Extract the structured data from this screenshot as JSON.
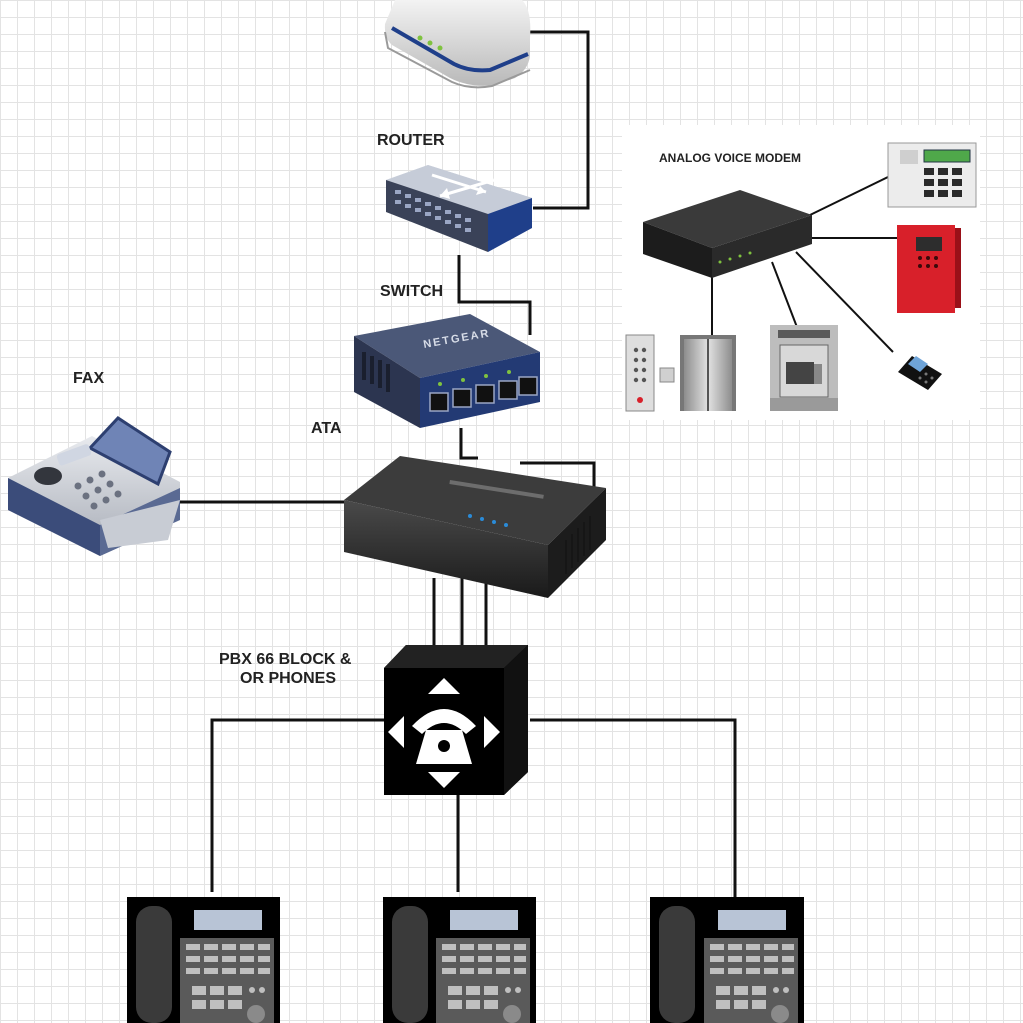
{
  "labels": {
    "router": "ROUTER",
    "switch": "SWITCH",
    "ata": "ATA",
    "fax": "FAX",
    "pbx_line1": "PBX 66 BLOCK &",
    "pbx_line2": "OR PHONES",
    "analog_modem": "ANALOG VOICE MODEM"
  },
  "devices": {
    "switch_brand": "NETGEAR"
  },
  "icons": {
    "modem": "cable-modem-icon",
    "router": "router-icon",
    "switch": "network-switch-icon",
    "ata": "ata-adapter-icon",
    "fax": "fax-machine-icon",
    "pbx": "pbx-block-icon",
    "phones": "desk-phone-icon",
    "alarm_keypad": "alarm-keypad-icon",
    "fire_panel": "fire-alarm-panel-icon",
    "elevator": "elevator-icon",
    "atm": "atm-icon",
    "card_terminal": "card-terminal-icon"
  },
  "colors": {
    "line": "#111111",
    "device_dark": "#2a2a2a",
    "device_blue": "#1f3f8a",
    "fire_panel": "#d8202a"
  }
}
